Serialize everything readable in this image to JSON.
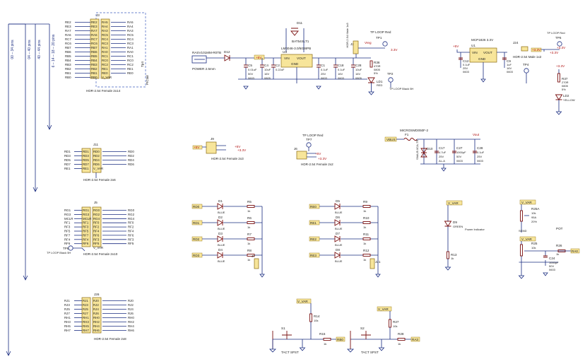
{
  "left_ranges": [
    "00 – 34 pins",
    "04 – 40 pins",
    "40 – 44 pins",
    "6 – 14 – 18 – 20 pins"
  ],
  "hdr_j3": {
    "ref": "J3",
    "nets": [
      "RE2",
      "RE3",
      "RA7",
      "RA6",
      "RC7",
      "RC6",
      "RB7",
      "RB6",
      "RB5",
      "RB4",
      "RB3",
      "RB2",
      "RB1",
      "RB0"
    ],
    "left_pins": [
      "RE2",
      "RE3",
      "RA7",
      "RA6",
      "RC7",
      "RC6",
      "RB7",
      "RB6",
      "RB5",
      "RB4",
      "RB3",
      "RB2",
      "RB1",
      "RB0"
    ],
    "right_pins": [
      "RA5",
      "RA4",
      "RA3",
      "RC5",
      "RC4",
      "RC3",
      "RA1",
      "RA0",
      "RC1",
      "RC0",
      "RC2",
      "RE1",
      "RE0",
      "V_VAR"
    ],
    "right_nets": [
      "RA5",
      "RA4",
      "RA3",
      "RC5",
      "RC4",
      "RC3",
      "RA1",
      "RA0",
      "RC1",
      "RC0",
      "RC2",
      "RE1",
      "RE0"
    ],
    "caption": "HDR-2.54 Female 2x14",
    "side_label": "PICtail",
    "side_label2": "Tp4"
  },
  "hdr_j11": {
    "ref": "J11",
    "nets_left": [
      "RD1",
      "RD3",
      "RD5",
      "RD7",
      "RE1"
    ],
    "left_pins": [
      "RD1",
      "RD3",
      "RD5",
      "RD7",
      "RE1"
    ],
    "right_pins": [
      "RD0",
      "RD2",
      "RD4",
      "RD6",
      "V_VAR"
    ],
    "nets_right": [
      "RD0",
      "RD2",
      "RD4",
      "RD6"
    ],
    "caption": "HDR-2.54 Female 2x6"
  },
  "hdr_j5": {
    "ref": "J5",
    "nets_left": [
      "RG1",
      "RG3",
      "MCLR",
      "RF1",
      "RF3",
      "RF5",
      "RF7",
      "RF4",
      "RF6"
    ],
    "left_pins": [
      "RG1",
      "RG3",
      "MCLR",
      "RF1",
      "RF3",
      "RF5",
      "RF7",
      "RF4",
      "RF6"
    ],
    "right_pins": [
      "RG0",
      "RG2",
      "RG4",
      "RF0",
      "RF2",
      "RF4",
      "RF6",
      "RF3",
      "RF5",
      "V_VAR"
    ],
    "nets_right": [
      "RG0",
      "RG2",
      "RG4",
      "RF0",
      "RF2",
      "RF4",
      "RF6",
      "RF3",
      "RF5"
    ],
    "caption": "HDR-2.54 Female 2x10",
    "tp": "TP8",
    "tp_label": "TP LOOP Black 5H"
  },
  "hdr_j26": {
    "ref": "J26",
    "nets_left": [
      "RJ1",
      "RJ3",
      "RJ5",
      "RJ7",
      "RH1",
      "RH3",
      "RH5",
      "RH7"
    ],
    "left_pins": [
      "RJ1",
      "RJ3",
      "RJ5",
      "RJ7",
      "RH1",
      "RH3",
      "RH5",
      "RH7"
    ],
    "right_pins": [
      "RJ0",
      "RJ2",
      "RJ4",
      "RJ6",
      "RH0",
      "RH2",
      "RH4",
      "RH6"
    ],
    "nets_right": [
      "RJ0",
      "RJ2",
      "RJ4",
      "RJ6",
      "RH0",
      "RH2",
      "RH4",
      "RH6"
    ],
    "caption": "HDR-2.54 Female 2x8"
  },
  "power_in": {
    "conn": "RASV101MM-R0TB",
    "conn_label": "POWER 2.5mm",
    "diode": "D12",
    "net_5v": "+5V",
    "reg": "U3",
    "reg_part": "LM4046-3.0/5038PB",
    "reg_pins": [
      "VIN",
      "VOUT",
      "GND"
    ],
    "d11": "D11",
    "d11_part": "BAT54SLT1",
    "caps": [
      {
        "ref": "C5",
        "val": "0.01uF",
        "v": "50V",
        "pkg": "0603"
      },
      {
        "ref": "C4",
        "val": "10uF",
        "v": "16V",
        "pkg": "0805"
      },
      {
        "ref": "C2",
        "val": "0.22uF"
      },
      {
        "ref": "C1",
        "val": "0.1uF",
        "v": "25V",
        "pkg": "0603"
      },
      {
        "ref": "C18",
        "val": "0.1uF",
        "v": "16V",
        "pkg": "0603"
      },
      {
        "ref": "C28",
        "val": "10uF",
        "v": "16V",
        "pkg": "0805"
      }
    ]
  },
  "j2": {
    "ref": "J2",
    "caption": "HDR-2.54 Male 1x3",
    "vreg": "Vreg",
    "tp1": "TP1",
    "tp1_label": "TP LOOP Red",
    "net": "3.3V"
  },
  "r36": {
    "ref": "R36",
    "val": "470R",
    "pkg": "0805",
    "tol": "5%"
  },
  "ld1": {
    "ref": "LD1",
    "val": "RED"
  },
  "tp2": {
    "ref": "TP2",
    "label": "TP LOOP Black 5H"
  },
  "mcp": {
    "ref": "U1",
    "part": "MCP1826 3.3V",
    "pins": [
      "VIN",
      "VOUT",
      "GND"
    ],
    "net_in": "+5V",
    "caps": [
      {
        "ref": "C12",
        "val": "0.1uF",
        "v": "25V",
        "pkg": "0603"
      },
      {
        "ref": "C9",
        "val": "1uF",
        "v": "16V",
        "pkg": "0603"
      }
    ]
  },
  "j24": {
    "ref": "J24",
    "caption": "HDR-2.54 Male 1x2",
    "net": "+3.3V",
    "net2": "+3.3V"
  },
  "tp6": {
    "ref": "TP6",
    "label": "TP LOOP Red",
    "net": "+3.3V"
  },
  "tp4": {
    "ref": "TP4"
  },
  "r37": {
    "ref": "R37",
    "val": "270R",
    "pkg": "0805",
    "tol": "5%"
  },
  "ld2": {
    "ref": "LD2",
    "val": "YELLOW"
  },
  "j9": {
    "ref": "J9",
    "caption": "HDR-2.54 Female 2x3",
    "nets": [
      "+5V",
      "+5V",
      "+3.3V"
    ]
  },
  "j6": {
    "ref": "J6",
    "caption": "HDR-2.54 Female 2x2",
    "tp7": "TP7",
    "tp7_label": "TP LOOP Red",
    "nets": [
      "+5V",
      "+3.3V"
    ]
  },
  "vbus": {
    "net": "VBUS",
    "fuse": "F1",
    "fuse_part": "MICROSMD050F-2",
    "d10": "D10",
    "d10_part": "SMAJ5.0CA-TR",
    "caps": [
      {
        "ref": "C17",
        "val": "4.7uF",
        "v": "25V",
        "pkg": "AL-A"
      },
      {
        "ref": "C27",
        "val": "1000pF",
        "v": "50V",
        "pkg": "0603"
      },
      {
        "ref": "C28",
        "val": "0.1uF",
        "v": "25V",
        "pkg": "0603"
      }
    ],
    "vout": "Vout"
  },
  "leds_left": [
    {
      "net": "RD0",
      "d": "D1",
      "color": "BLUE",
      "r": "R5",
      "rval": "1k"
    },
    {
      "net": "RD1",
      "d": "D2",
      "color": "BLUE",
      "r": "R6",
      "rval": "1k"
    },
    {
      "net": "RD2",
      "d": "D3",
      "color": "BLUE",
      "r": "R7",
      "rval": "1k"
    },
    {
      "net": "RD3",
      "d": "D4",
      "color": "BLUE",
      "r": "R8",
      "rval": "1k"
    }
  ],
  "j7": {
    "ref": "J7"
  },
  "leds_right": [
    {
      "net": "RE0",
      "d": "D5",
      "color": "BLUE",
      "r": "R9",
      "rval": "1k"
    },
    {
      "net": "RE1",
      "d": "D6",
      "color": "BLUE",
      "r": "R10",
      "rval": "1k"
    },
    {
      "net": "RE2",
      "d": "D7",
      "color": "BLUE",
      "r": "R11",
      "rval": "1k"
    },
    {
      "net": "RE3",
      "d": "D8",
      "color": "BLUE",
      "r": "R12",
      "rval": "1k"
    }
  ],
  "j21": {
    "ref": "J21"
  },
  "power_led": {
    "net": "V_VAR",
    "d": "D9",
    "color": "GREEN",
    "label": "Power Indicator",
    "r": "R13",
    "rval": "1k"
  },
  "pot": {
    "net": "V_VAR",
    "r25a": "R25A",
    "r25a_val": "10k",
    "r25a_p": "95A",
    "r25a_tol": "20%",
    "gnd": "SGND",
    "r25": "R25",
    "r25_val": "10k",
    "r26": "R26",
    "r26_val": "1k",
    "c24": "C24",
    "c24_val": "1000pF",
    "c24_v": "50V",
    "c24_pkg": "0603",
    "out": "RA0",
    "label": "POT"
  },
  "sw1": {
    "net": "V_VAR",
    "r14": "R14",
    "r14_val": "10k",
    "sw": "S1",
    "r15": "R15",
    "r15_val": "1k",
    "out": "RB0",
    "caption": "TACT SPST"
  },
  "sw2": {
    "net": "V_VAR",
    "r27": "R27",
    "r27_val": "10k",
    "sw": "S2",
    "r28": "R28",
    "r28_val": "1k",
    "out": "RA3",
    "caption": "TACT SPST"
  }
}
